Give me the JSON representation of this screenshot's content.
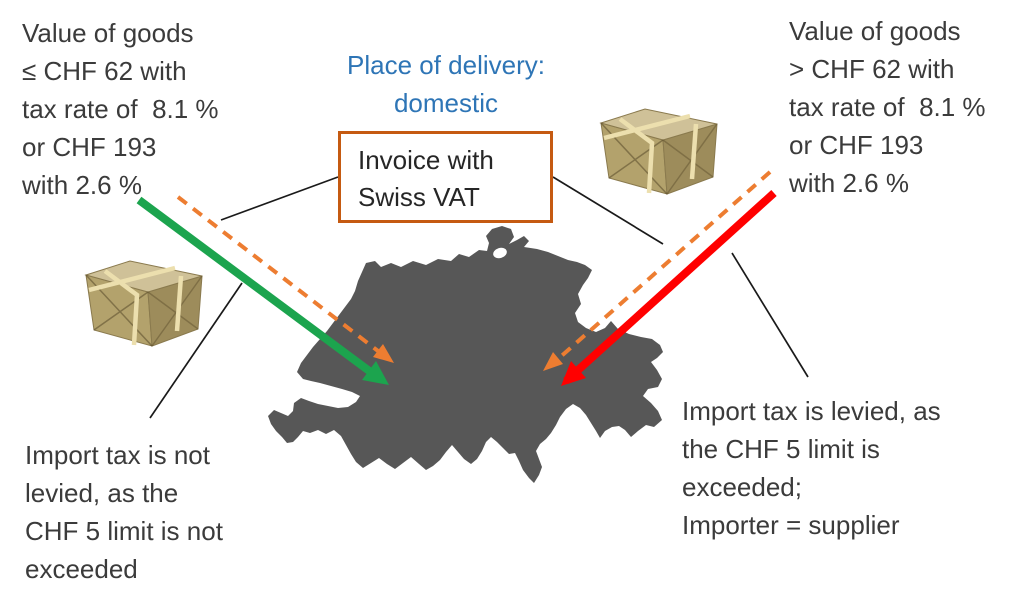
{
  "heading": {
    "lines": [
      "Place of delivery:",
      "domestic"
    ],
    "color": "#2E75B6"
  },
  "invoice_box": {
    "lines": [
      "Invoice with",
      "Swiss VAT"
    ],
    "border_color": "#C55A11"
  },
  "notes": {
    "top_left": [
      "Value of goods",
      "≤ CHF 62 with",
      "tax rate of  8.1 %",
      "or CHF 193",
      "with 2.6 %"
    ],
    "top_right": [
      "Value of goods",
      "> CHF 62 with",
      "tax rate of  8.1 %",
      "or CHF 193",
      "with 2.6 %"
    ],
    "bottom_left": [
      "Import tax is not",
      "levied, as the",
      "CHF 5 limit is not",
      "exceeded"
    ],
    "bottom_right": [
      "Import tax is levied, as",
      "the CHF 5 limit is",
      "exceeded;",
      "Importer = supplier"
    ]
  },
  "map": {
    "icon": "switzerland-map-silhouette",
    "fill": "#575757"
  },
  "icons": {
    "left_parcel": "package-icon",
    "right_parcel": "package-icon"
  },
  "arrows": [
    {
      "name": "green-arrow",
      "style": "solid",
      "color": "#1CA44E"
    },
    {
      "name": "red-arrow",
      "style": "solid",
      "color": "#FF0000"
    },
    {
      "name": "orange-dashed-left",
      "style": "dashed",
      "color": "#ED7D31"
    },
    {
      "name": "orange-dashed-right",
      "style": "dashed",
      "color": "#ED7D31"
    }
  ]
}
